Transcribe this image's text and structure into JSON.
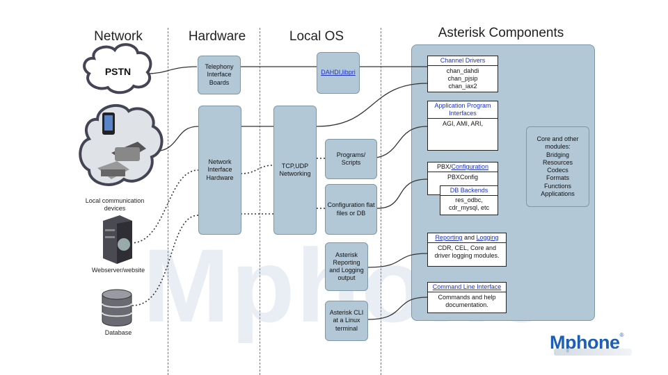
{
  "columns": [
    "Network",
    "Hardware",
    "Local OS",
    "Asterisk Components"
  ],
  "network": {
    "pstn": "PSTN",
    "local_devices_label": "Local communication devices",
    "webserver_label": "Webserver/website",
    "database_label": "Database"
  },
  "hardware": {
    "telephony_boards": "Telephony Interface Boards",
    "network_hardware": "Network Interface Hardware"
  },
  "local_os": {
    "dahdi": "DAHDI,libpri",
    "tcpudp": "TCP,UDP Networking",
    "programs": "Programs/ Scripts",
    "config_files": "Configuration flat files or DB",
    "reporting_output": "Asterisk Reporting and Logging output",
    "cli_terminal": "Asterisk CLI at a Linux terminal"
  },
  "asterisk": {
    "channel_drivers": {
      "header": "Channel Drivers",
      "items": [
        "chan_dahdi",
        "chan_pjsip",
        "chan_iax2"
      ]
    },
    "api": {
      "header": "Application Program Interfaces",
      "body": "AGI, AMI, ARI,"
    },
    "pbx": {
      "header_plain": "PBX/",
      "header_link": "Configuration",
      "body": "PBXConfig"
    },
    "db_backends": {
      "header": "DB Backends",
      "body": "res_odbc, cdr_mysql, etc"
    },
    "reporting": {
      "header_link1": "Reporting",
      "header_and": " and ",
      "header_link2": "Logging",
      "body": "CDR, CEL, Core and driver logging modules."
    },
    "cli": {
      "header": "Command Line Interface",
      "body": "Commands and help documentation."
    },
    "core": {
      "title": "Core and other modules:",
      "items": [
        "Bridging",
        "Resources",
        "Codecs",
        "Formats",
        "Functions",
        "Applications"
      ]
    }
  },
  "logo": {
    "text": "Mphone",
    "mark": "®"
  },
  "watermark": {
    "text": "Mphone"
  },
  "colors": {
    "box_fill": "#b3c8d6",
    "box_border": "#7e97a6",
    "link_blue": "#1a32c8",
    "logo_blue": "#1d5fb4"
  }
}
